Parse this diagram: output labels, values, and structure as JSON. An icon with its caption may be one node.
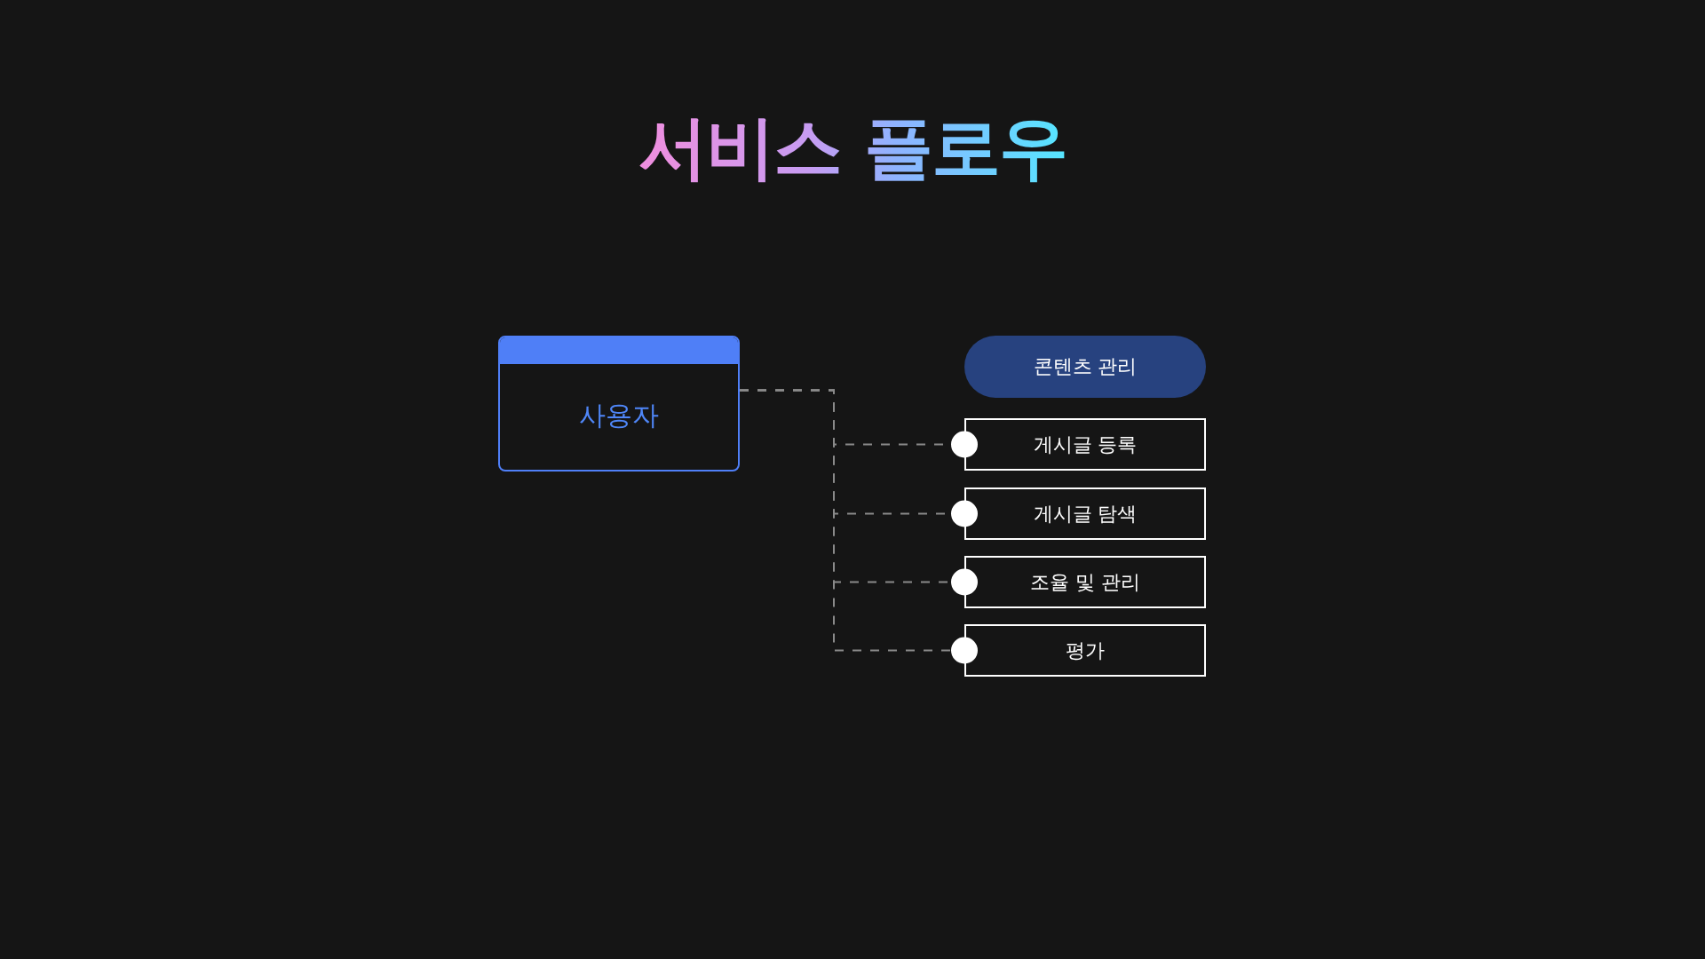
{
  "diagram": {
    "title": "서비스 플로우",
    "nodes": [
      {
        "text": [
          "사용자"
        ]
      },
      {
        "text": [
          "콘텐츠 관리"
        ]
      },
      {
        "text": [
          "게시글 등록"
        ]
      },
      {
        "text": [
          "게시글 탐색"
        ]
      },
      {
        "text": [
          "조율 및 관리"
        ]
      },
      {
        "text": [
          "평가"
        ]
      }
    ],
    "edges": [
      {
        "from": 0,
        "to": 2,
        "arrow": "other",
        "style": "dashed"
      },
      {
        "from": 0,
        "to": 3,
        "arrow": "other",
        "style": "dashed"
      },
      {
        "from": 0,
        "to": 4,
        "arrow": "other",
        "style": "dashed"
      },
      {
        "from": 0,
        "to": 5,
        "arrow": "other",
        "style": "dashed"
      }
    ]
  }
}
